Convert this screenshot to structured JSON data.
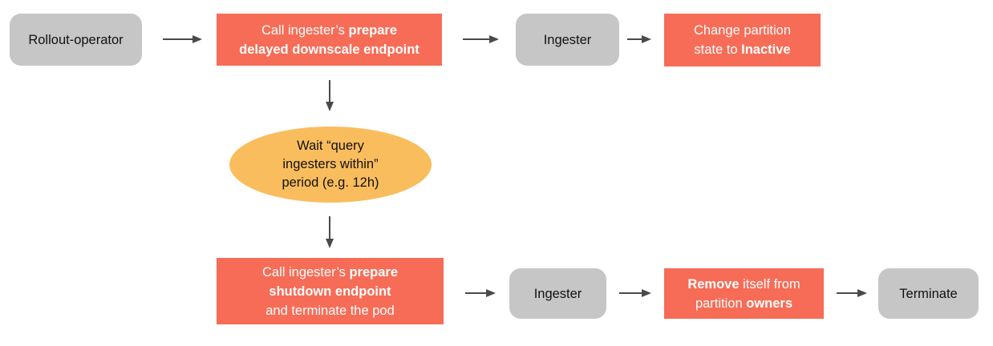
{
  "colors": {
    "background": "#FFFFFF",
    "action_fill": "#F76C56",
    "entity_fill": "#C6C6C6",
    "wait_fill": "#FABD5D",
    "arrow_color": "#4A4A4A",
    "text_dark": "#111111",
    "text_light": "#FFFFFF"
  },
  "diagram": {
    "nodes": {
      "rollout_operator": {
        "shape": "rounded-rect",
        "label": "Rollout-operator"
      },
      "prepare_delayed_downscale": {
        "shape": "rect",
        "lines": [
          {
            "segs": [
              {
                "text": "Call ingester’s ",
                "bold": false
              },
              {
                "text": "prepare",
                "bold": true
              }
            ]
          },
          {
            "segs": [
              {
                "text": "delayed downscale endpoint",
                "bold": true
              }
            ]
          }
        ]
      },
      "ingester_top": {
        "shape": "rounded-rect",
        "label": "Ingester"
      },
      "change_partition_state": {
        "shape": "rect",
        "lines": [
          {
            "segs": [
              {
                "text": "Change partition",
                "bold": false
              }
            ]
          },
          {
            "segs": [
              {
                "text": "state to ",
                "bold": false
              },
              {
                "text": "Inactive",
                "bold": true
              }
            ]
          }
        ]
      },
      "wait_period": {
        "shape": "ellipse",
        "lines": [
          "Wait “query",
          "ingesters within”",
          "period (e.g. 12h)"
        ]
      },
      "prepare_shutdown": {
        "shape": "rect",
        "lines": [
          {
            "segs": [
              {
                "text": "Call ingester’s ",
                "bold": false
              },
              {
                "text": "prepare",
                "bold": true
              }
            ]
          },
          {
            "segs": [
              {
                "text": "shutdown endpoint",
                "bold": true
              }
            ]
          },
          {
            "segs": [
              {
                "text": "and terminate the pod",
                "bold": false
              }
            ]
          }
        ]
      },
      "ingester_bottom": {
        "shape": "rounded-rect",
        "label": "Ingester"
      },
      "remove_partition_owners": {
        "shape": "rect",
        "lines": [
          {
            "segs": [
              {
                "text": "Remove",
                "bold": true
              },
              {
                "text": " itself from",
                "bold": false
              }
            ]
          },
          {
            "segs": [
              {
                "text": "partition ",
                "bold": false
              },
              {
                "text": "owners",
                "bold": true
              }
            ]
          }
        ]
      },
      "terminate": {
        "shape": "rounded-rect",
        "label": "Terminate"
      }
    },
    "edges": [
      {
        "from": "rollout_operator",
        "to": "prepare_delayed_downscale",
        "direction": "right"
      },
      {
        "from": "prepare_delayed_downscale",
        "to": "ingester_top",
        "direction": "right"
      },
      {
        "from": "ingester_top",
        "to": "change_partition_state",
        "direction": "right"
      },
      {
        "from": "prepare_delayed_downscale",
        "to": "wait_period",
        "direction": "down"
      },
      {
        "from": "wait_period",
        "to": "prepare_shutdown",
        "direction": "down"
      },
      {
        "from": "prepare_shutdown",
        "to": "ingester_bottom",
        "direction": "right"
      },
      {
        "from": "ingester_bottom",
        "to": "remove_partition_owners",
        "direction": "right"
      },
      {
        "from": "remove_partition_owners",
        "to": "terminate",
        "direction": "right"
      }
    ]
  }
}
